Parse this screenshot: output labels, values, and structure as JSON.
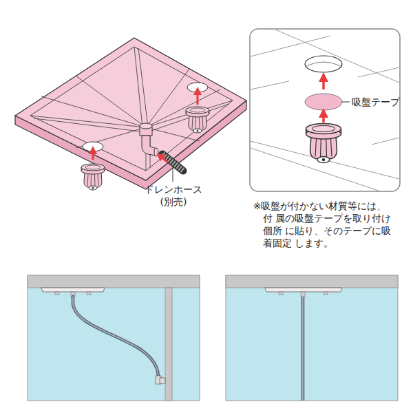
{
  "diagram": {
    "labels": [
      "ドレンホース (別売)",
      "吸盤テープ",
      "※吸盤が付かない材質等には、付 属の吸盤テープを取り付け個所 に貼り、そのテープに吸着固定 します。"
    ]
  }
}
